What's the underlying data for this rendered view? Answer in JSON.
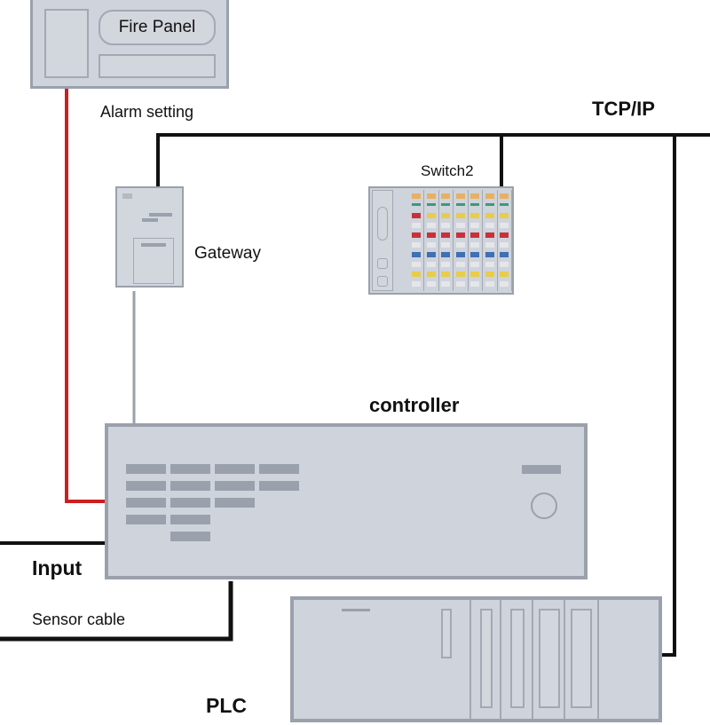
{
  "diagram": {
    "nodes": {
      "fire_panel": {
        "label": "Fire Panel",
        "caption": "Alarm setting"
      },
      "gateway": {
        "label": "Gateway"
      },
      "switch": {
        "label": "Switch2"
      },
      "controller": {
        "label": "controller"
      },
      "plc": {
        "label": "PLC"
      }
    },
    "network_label": "TCP/IP",
    "connections": [
      {
        "from": "fire_panel",
        "to": "controller",
        "color": "#cc1f1f",
        "label": "Alarm setting"
      },
      {
        "from": "gateway",
        "to": "tcp_ip_bus",
        "color": "#111111"
      },
      {
        "from": "switch",
        "to": "tcp_ip_bus",
        "color": "#111111"
      },
      {
        "from": "plc",
        "to": "tcp_ip_bus",
        "color": "#111111"
      },
      {
        "from": "gateway",
        "to": "controller",
        "color": "#9aa1ac"
      },
      {
        "from": "input",
        "to": "controller",
        "color": "#111111",
        "label": "Input"
      },
      {
        "from": "sensor",
        "to": "controller",
        "color": "#111111",
        "label": "Sensor cable"
      }
    ],
    "input_label": "Input",
    "sensor_label": "Sensor cable",
    "colors": {
      "device_fill": "#cfd3db",
      "device_border": "#9aa1ac",
      "alarm_line": "#cc1f1f",
      "bus_line": "#111111",
      "switch_orange": "#e8b060",
      "switch_yellow": "#e8cc4a",
      "switch_red": "#c9303a",
      "switch_blue": "#3f6fb4",
      "switch_green": "#3a9a7a"
    }
  }
}
